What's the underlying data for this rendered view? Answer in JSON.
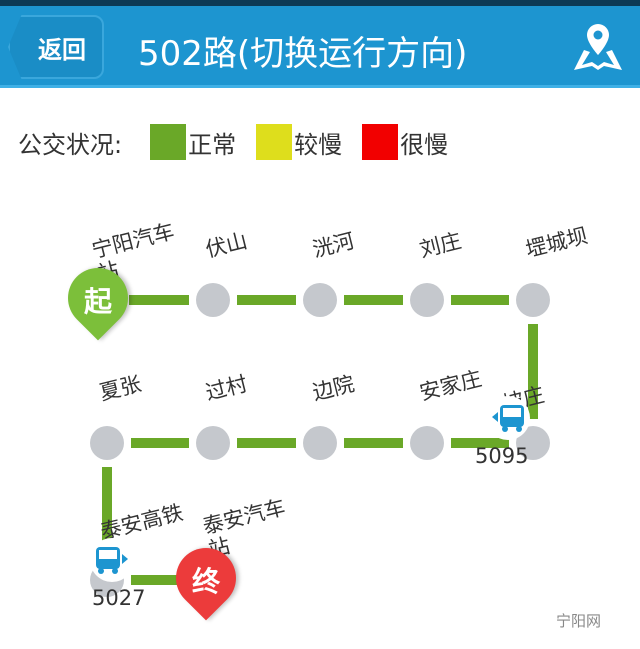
{
  "header": {
    "back_label": "返回",
    "title": "502路(切换运行方向)",
    "map_icon": "map-location-icon"
  },
  "legend": {
    "label": "公交状况:",
    "items": [
      {
        "label": "正常",
        "color": "#6aa828"
      },
      {
        "label": "较慢",
        "color": "#dede1c"
      },
      {
        "label": "很慢",
        "color": "#f20000"
      }
    ]
  },
  "route": {
    "start_marker": "起",
    "end_marker": "终",
    "stations": [
      "宁阳汽车站",
      "伏山",
      "洸河",
      "刘庄",
      "堽城坝",
      "坡庄",
      "安家庄",
      "边院",
      "过村",
      "夏张",
      "泰安高铁",
      "泰安汽车站"
    ],
    "buses": [
      {
        "number": "5095",
        "direction": "left"
      },
      {
        "number": "5027",
        "direction": "right"
      }
    ]
  },
  "watermark": "宁阳网"
}
